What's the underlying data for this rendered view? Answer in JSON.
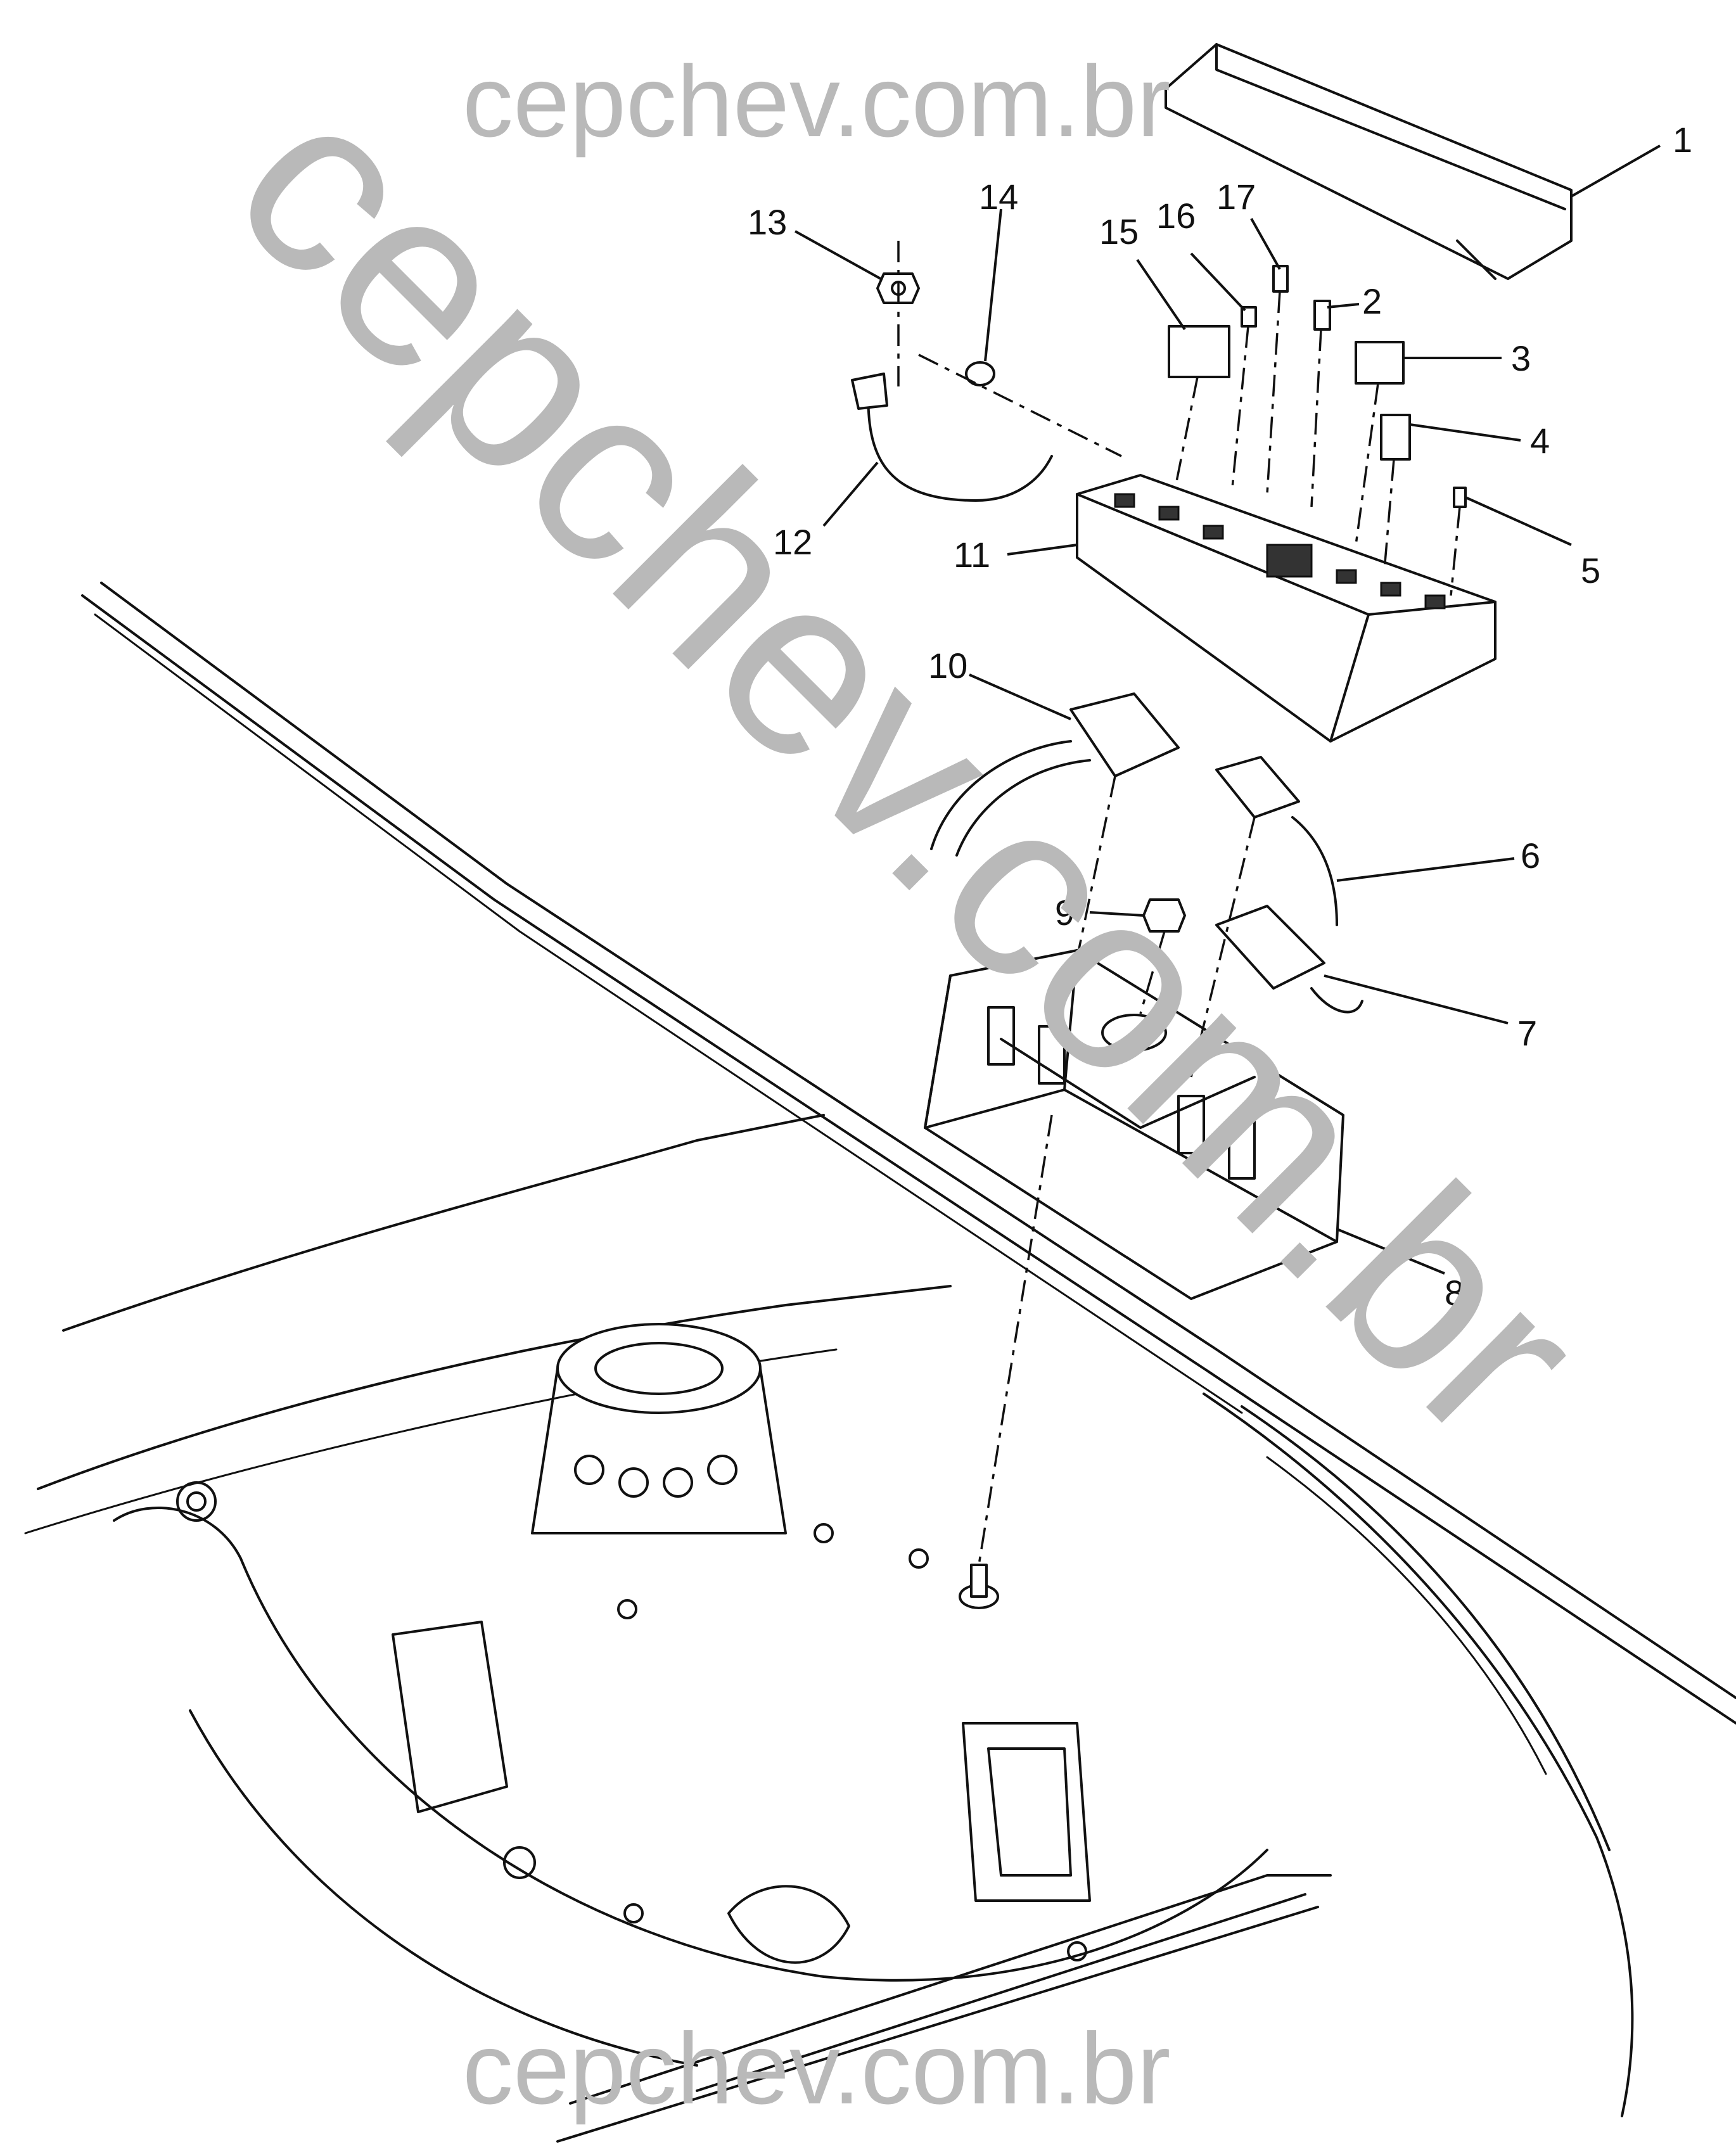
{
  "watermark": {
    "top": "cepchev.com.br",
    "bottom": "cepchev.com.br",
    "diagonal": "cepchev.com.br",
    "color": "#b9b9b9"
  },
  "callouts": [
    {
      "id": "c1",
      "label": "1"
    },
    {
      "id": "c2",
      "label": "2"
    },
    {
      "id": "c3",
      "label": "3"
    },
    {
      "id": "c4",
      "label": "4"
    },
    {
      "id": "c5",
      "label": "5"
    },
    {
      "id": "c6",
      "label": "6"
    },
    {
      "id": "c7",
      "label": "7"
    },
    {
      "id": "c8",
      "label": "8"
    },
    {
      "id": "c9",
      "label": "9"
    },
    {
      "id": "c10",
      "label": "10"
    },
    {
      "id": "c11",
      "label": "11"
    },
    {
      "id": "c12",
      "label": "12"
    },
    {
      "id": "c13",
      "label": "13"
    },
    {
      "id": "c14",
      "label": "14"
    },
    {
      "id": "c15",
      "label": "15"
    },
    {
      "id": "c16",
      "label": "16"
    },
    {
      "id": "c17",
      "label": "17"
    }
  ]
}
